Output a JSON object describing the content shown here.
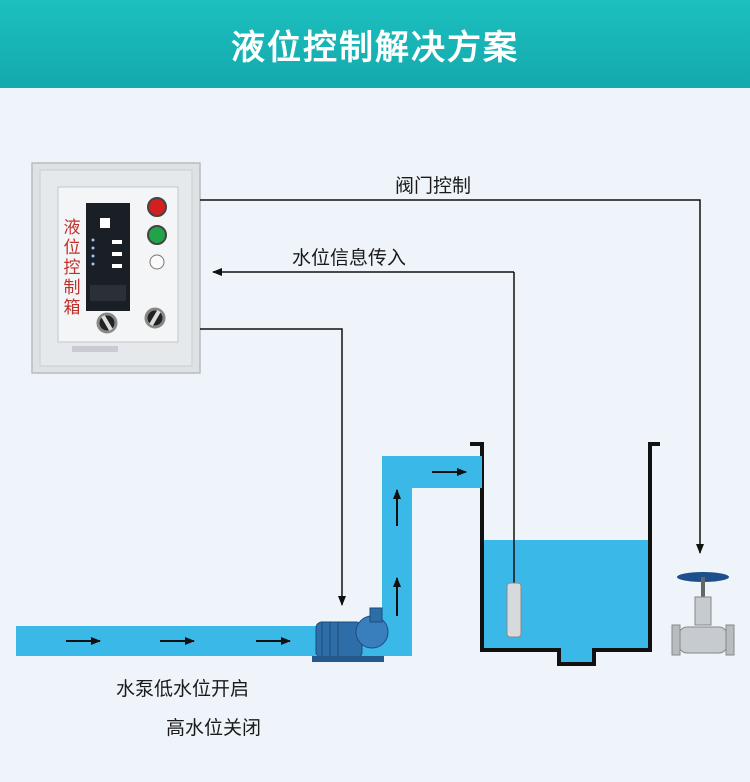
{
  "header": {
    "title": "液位控制解决方案"
  },
  "labels": {
    "valve_control": "阀门控制",
    "water_level_info": "水位信息传入",
    "pump_on_low": "水泵低水位开启",
    "pump_off_high": "高水位关闭"
  },
  "control_box": {
    "panel_text": "液位控制箱"
  },
  "colors": {
    "header": "#17b3b5",
    "water": "#3ab8e8",
    "background": "#eef4f9",
    "line": "#111111",
    "cabinet": "#dfe2e5",
    "panel_text": "#c0302a"
  }
}
